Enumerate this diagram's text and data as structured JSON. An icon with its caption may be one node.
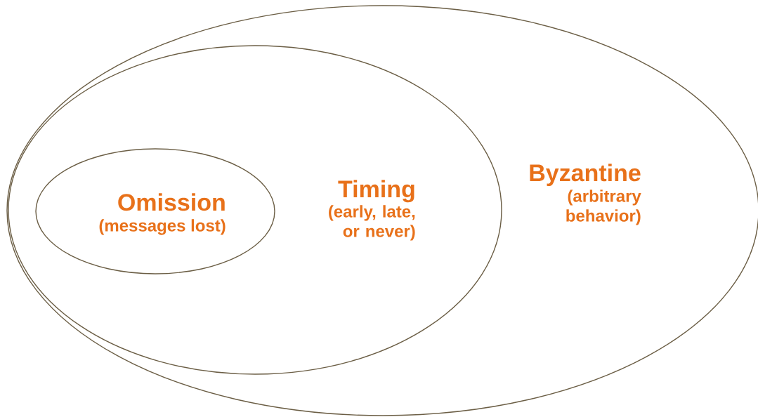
{
  "diagram": {
    "nodes": [
      {
        "text": [
          "Byzantine",
          "(arbitrary behavior)"
        ]
      },
      {
        "text": [
          "Timing",
          "(early, late, or never)"
        ],
        "in": 0
      },
      {
        "text": [
          "Omission",
          "(messages lost)"
        ],
        "in": 1
      }
    ]
  }
}
